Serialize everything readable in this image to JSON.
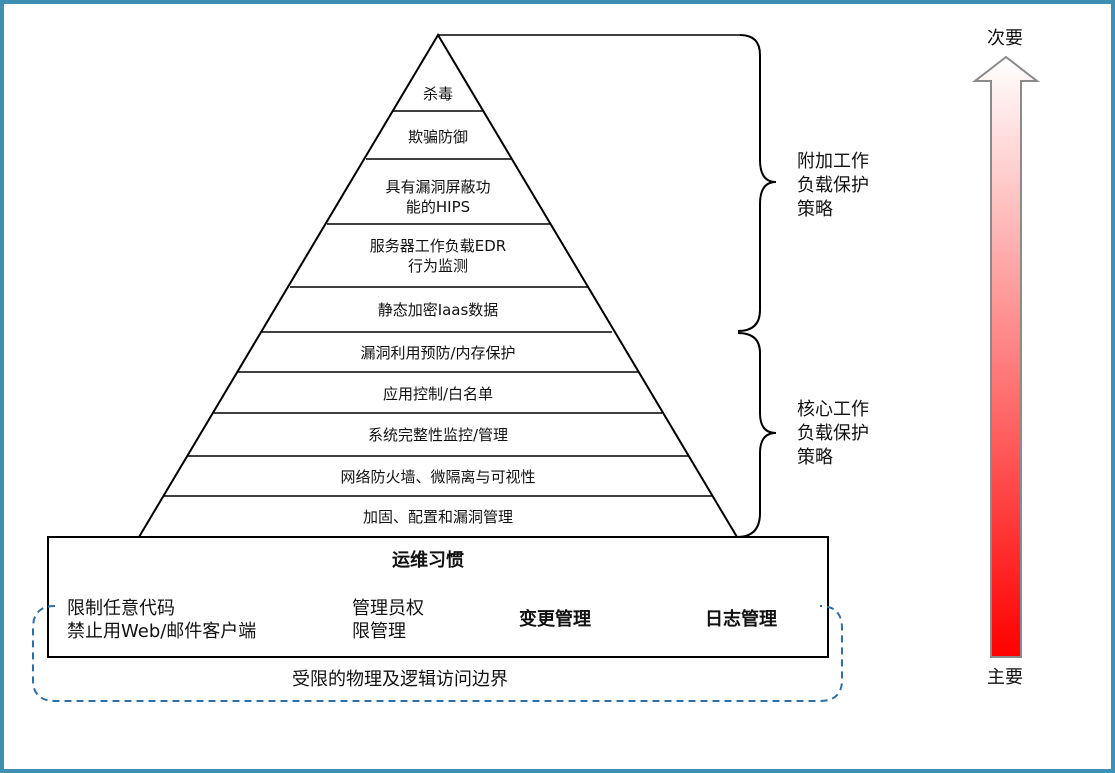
{
  "pyramid_layers": [
    {
      "text": "杀毒"
    },
    {
      "text": "欺骗防御"
    },
    {
      "text": "具有漏洞屏蔽功\n能的HIPS"
    },
    {
      "text": "服务器工作负载EDR\n行为监测"
    },
    {
      "text": "静态加密Iaas数据"
    },
    {
      "text": "漏洞利用预防/内存保护"
    },
    {
      "text": "应用控制/白名单"
    },
    {
      "text": "系统完整性监控/管理"
    },
    {
      "text": "网络防火墙、微隔离与可视性"
    },
    {
      "text": "加固、配置和漏洞管理"
    }
  ],
  "base": {
    "title": "运维习惯",
    "item1": "限制任意代码\n禁止用Web/邮件客户端",
    "item2": "管理员权\n限管理",
    "item3": "变更管理",
    "item4": "日志管理",
    "boundary": "受限的物理及逻辑访问边界"
  },
  "brackets": {
    "upper": "附加工作\n负载保护\n策略",
    "lower": "核心工作\n负载保护\n策略"
  },
  "arrow": {
    "top_label": "次要",
    "bottom_label": "主要",
    "color_top": "#ffffff",
    "color_bottom": "#ff0000"
  },
  "colors": {
    "frame": "#3f8fb3",
    "boundary": "#2f6fa5"
  }
}
